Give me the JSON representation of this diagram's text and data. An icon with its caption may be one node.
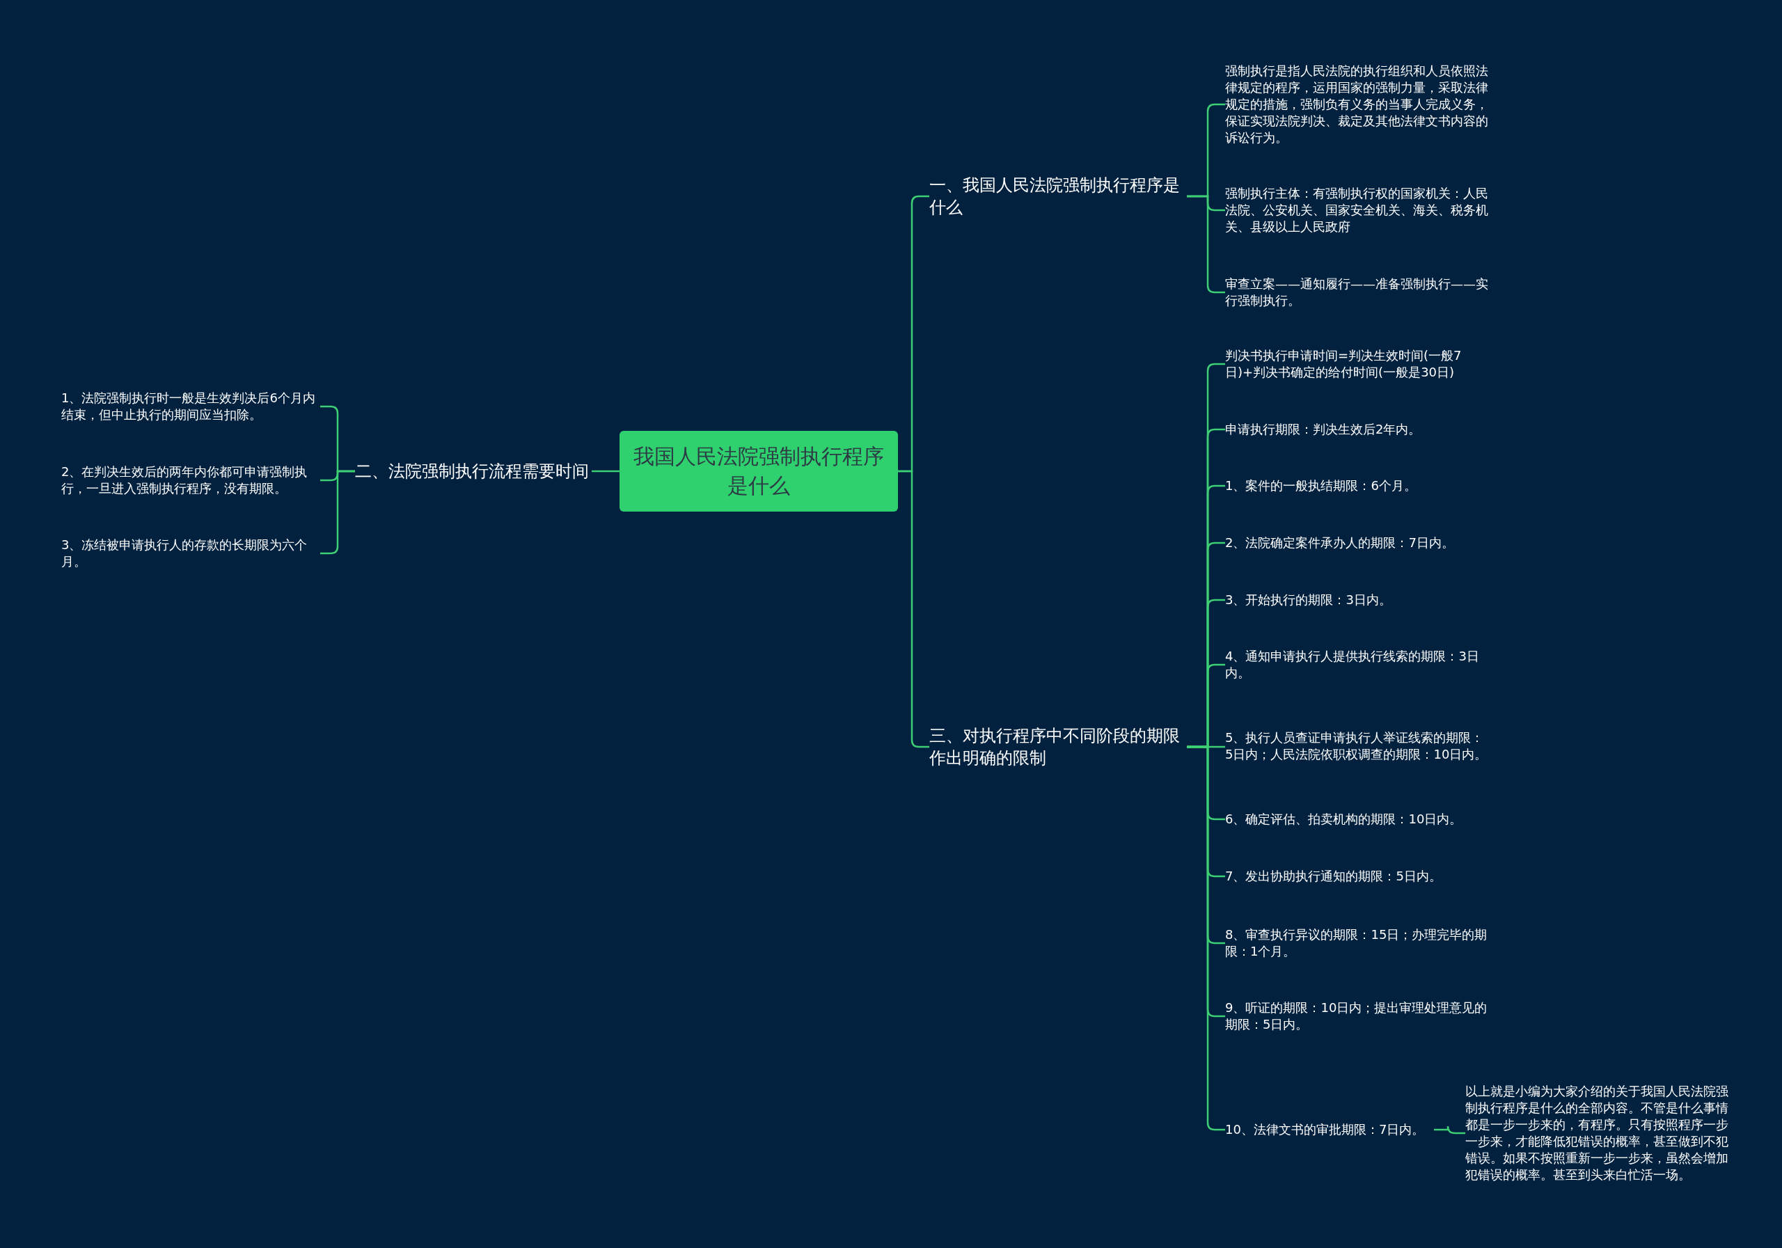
{
  "diagram": {
    "nodes": [
      {
        "text": [
          "我国人民法院强制执行程序是什么"
        ]
      },
      {
        "text": [
          "一、我国人民法院强制执行程序是什么"
        ]
      },
      {
        "text": [
          "强制执行是指人民法院的执行组织和人员依照法律规定的程序，运用国家的强制力量，采取法律规定的措施，强制负有义务的当事人完成义务，保证实现法院判决、裁定及其他法律文书内容的诉讼行为。"
        ]
      },
      {
        "text": [
          "强制执行主体：有强制执行权的国家机关：人民法院、公安机关、国家安全机关、海关、税务机关、县级以上人民政府"
        ]
      },
      {
        "text": [
          "审查立案——通知履行——准备强制执行——实行强制执行。"
        ]
      },
      {
        "text": [
          "三、对执行程序中不同阶段的期限作出明确的限制"
        ]
      },
      {
        "text": [
          "判决书执行申请时间=判决生效时间(一般7日)+判决书确定的给付时间(一般是30日)"
        ]
      },
      {
        "text": [
          "申请执行期限：判决生效后2年内。"
        ]
      },
      {
        "text": [
          "1、案件的一般执结期限：6个月。"
        ]
      },
      {
        "text": [
          "2、法院确定案件承办人的期限：7日内。"
        ]
      },
      {
        "text": [
          "3、开始执行的期限：3日内。"
        ]
      },
      {
        "text": [
          "4、通知申请执行人提供执行线索的期限：3日内。"
        ]
      },
      {
        "text": [
          "5、执行人员查证申请执行人举证线索的期限：5日内；人民法院依职权调查的期限：10日内。"
        ]
      },
      {
        "text": [
          "6、确定评估、拍卖机构的期限：10日内。"
        ]
      },
      {
        "text": [
          "7、发出协助执行通知的期限：5日内。"
        ]
      },
      {
        "text": [
          "8、审查执行异议的期限：15日；办理完毕的期限：1个月。"
        ]
      },
      {
        "text": [
          "9、听证的期限：10日内；提出审理处理意见的期限：5日内。"
        ]
      },
      {
        "text": [
          "10、法律文书的审批期限：7日内。"
        ]
      },
      {
        "text": [
          "以上就是小编为大家介绍的关于我国人民法院强制执行程序是什么的全部内容。不管是什么事情都是一步一步来的，有程序。只有按照程序一步一步来，才能降低犯错误的概率，甚至做到不犯错误。如果不按照重新一步一步来，虽然会增加犯错误的概率。甚至到头来白忙活一场。"
        ]
      },
      {
        "text": [
          "二、法院强制执行流程需要时间"
        ]
      },
      {
        "text": [
          "1、法院强制执行时一般是生效判决后6个月内结束，但中止执行的期间应当扣除。"
        ]
      },
      {
        "text": [
          "2、在判决生效后的两年内你都可申请强制执行，一旦进入强制执行程序，没有期限。"
        ]
      },
      {
        "text": [
          "3、冻结被申请执行人的存款的长期限为六个月。"
        ]
      }
    ],
    "edges": [
      {
        "from": 0,
        "to": 1,
        "arrow": "none"
      },
      {
        "from": 1,
        "to": 2,
        "arrow": "none"
      },
      {
        "from": 1,
        "to": 3,
        "arrow": "none"
      },
      {
        "from": 1,
        "to": 4,
        "arrow": "none"
      },
      {
        "from": 0,
        "to": 5,
        "arrow": "none"
      },
      {
        "from": 5,
        "to": 6,
        "arrow": "none"
      },
      {
        "from": 5,
        "to": 7,
        "arrow": "none"
      },
      {
        "from": 5,
        "to": 8,
        "arrow": "none"
      },
      {
        "from": 5,
        "to": 9,
        "arrow": "none"
      },
      {
        "from": 5,
        "to": 10,
        "arrow": "none"
      },
      {
        "from": 5,
        "to": 11,
        "arrow": "none"
      },
      {
        "from": 5,
        "to": 12,
        "arrow": "none"
      },
      {
        "from": 5,
        "to": 13,
        "arrow": "none"
      },
      {
        "from": 5,
        "to": 14,
        "arrow": "none"
      },
      {
        "from": 5,
        "to": 15,
        "arrow": "none"
      },
      {
        "from": 5,
        "to": 16,
        "arrow": "none"
      },
      {
        "from": 5,
        "to": 17,
        "arrow": "none"
      },
      {
        "from": 17,
        "to": 18,
        "arrow": "none"
      },
      {
        "from": 0,
        "to": 19,
        "arrow": "none"
      },
      {
        "from": 19,
        "to": 20,
        "arrow": "none"
      },
      {
        "from": 19,
        "to": 21,
        "arrow": "none"
      },
      {
        "from": 19,
        "to": 22,
        "arrow": "none"
      }
    ]
  }
}
